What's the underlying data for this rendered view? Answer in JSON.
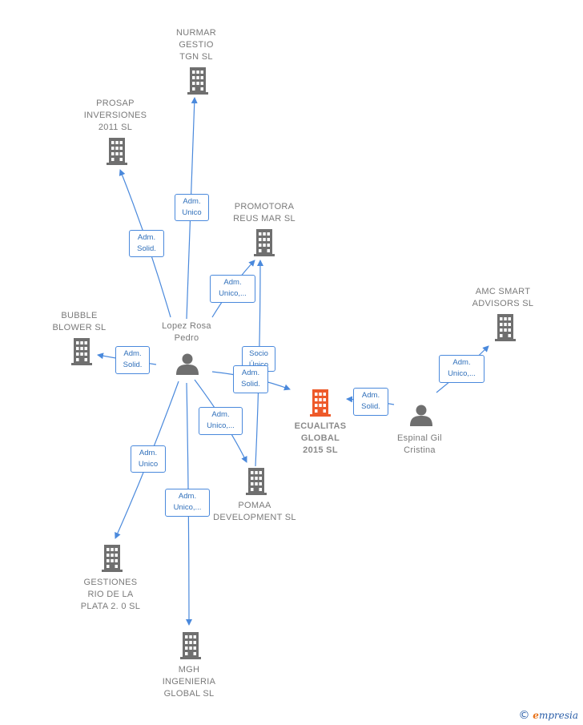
{
  "colors": {
    "edge": "#4a89dc",
    "building": "#6f6f6f",
    "main_building": "#ee5a2a",
    "person": "#6f6f6f"
  },
  "nodes": {
    "nurmar": {
      "label": "NURMAR\nGESTIO\nTGN SL",
      "icon": "building-icon"
    },
    "prosap": {
      "label": "PROSAP\nINVERSIONES\n2011 SL",
      "icon": "building-icon"
    },
    "promotora": {
      "label": "PROMOTORA\nREUS MAR SL",
      "icon": "building-icon"
    },
    "amc": {
      "label": "AMC SMART\nADVISORS  SL",
      "icon": "building-icon"
    },
    "bubble": {
      "label": "BUBBLE\nBLOWER  SL",
      "icon": "building-icon"
    },
    "lopez": {
      "label": "Lopez Rosa\nPedro",
      "icon": "person-icon"
    },
    "ecualitas": {
      "label": "ECUALITAS\nGLOBAL\n2015  SL",
      "icon": "building-icon"
    },
    "espinal": {
      "label": "Espinal Gil\nCristina",
      "icon": "person-icon"
    },
    "pomaa": {
      "label": "POMAA\nDEVELOPMENT SL",
      "icon": "building-icon"
    },
    "gestiones": {
      "label": "GESTIONES\nRIO DE LA\nPLATA 2. 0 SL",
      "icon": "building-icon"
    },
    "mgh": {
      "label": "MGH\nINGENIERIA\nGLOBAL  SL",
      "icon": "building-icon"
    }
  },
  "edges": {
    "lopez_nurmar": "Adm.\nUnico",
    "lopez_prosap": "Adm.\nSolid.",
    "lopez_promotora": "Adm.\nUnico,...",
    "lopez_bubble": "Adm.\nSolid.",
    "pomaa_promotora": "Socio\nÚnico",
    "lopez_ecualitas": "Adm.\nSolid.",
    "lopez_pomaa": "Adm.\nUnico,...",
    "lopez_gestiones": "Adm.\nUnico",
    "lopez_mgh": "Adm.\nUnico,...",
    "espinal_ecualitas": "Adm.\nSolid.",
    "espinal_amc": "Adm.\nUnico,..."
  },
  "brand": {
    "copyright": "©",
    "name_initial": "e",
    "name_rest": "mpresia"
  }
}
